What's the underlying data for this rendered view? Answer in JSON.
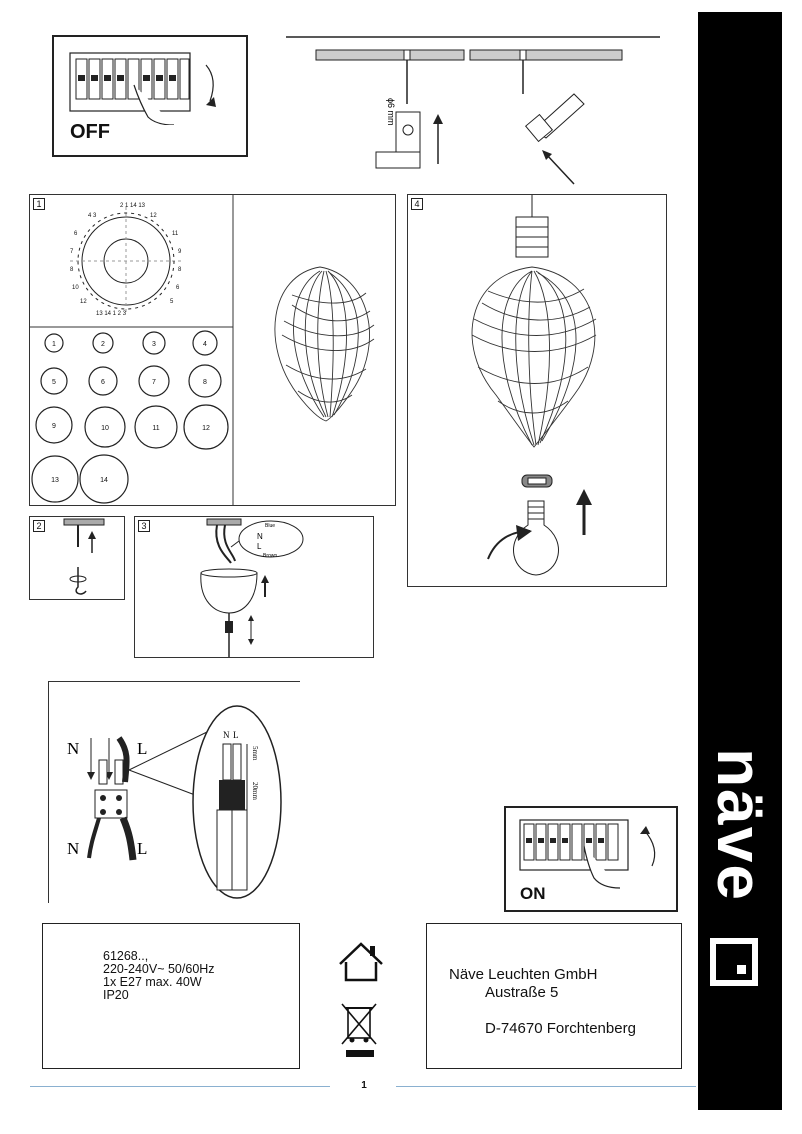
{
  "off_panel": {
    "label": "OFF"
  },
  "on_panel": {
    "label": "ON"
  },
  "steps": {
    "s1": "1",
    "s2": "2",
    "s3": "3",
    "s4": "4"
  },
  "dial_numbers_outer": [
    "1",
    "2",
    "3",
    "4",
    "5",
    "6",
    "7",
    "8",
    "9",
    "10",
    "11",
    "12",
    "13",
    "14"
  ],
  "rings": [
    "1",
    "2",
    "3",
    "4",
    "5",
    "6",
    "7",
    "8",
    "9",
    "10",
    "11",
    "12",
    "13",
    "14"
  ],
  "wiring": {
    "n": "N",
    "l": "L",
    "strip_short": "5mm",
    "strip_long": "20mm",
    "blue": "Blue",
    "brown": "Brown"
  },
  "spec": {
    "line1": "61268..,",
    "line2": "220-240V~ 50/60Hz",
    "line3": "1x E27 max. 40W",
    "line4": "IP20"
  },
  "company": {
    "name": "Näve Leuchten GmbH",
    "street": "Austraße 5",
    "city": "D-74670 Forchtenberg"
  },
  "page_number": "1",
  "brand": {
    "logo": "näve"
  },
  "colors": {
    "sidebar": "#000000",
    "footer_line": "#8ab0d0"
  }
}
